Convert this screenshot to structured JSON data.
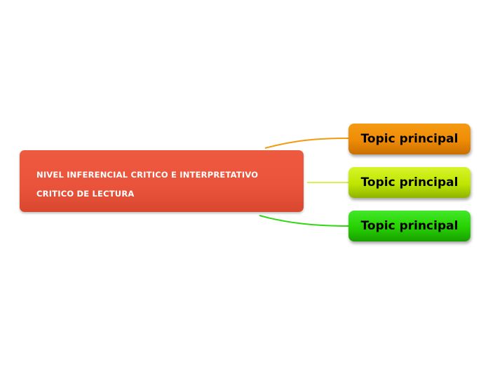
{
  "central_topic": {
    "line1": "NIVEL INFERENCIAL CRITICO E INTERPRETATIVO",
    "line2": "CRITICO DE LECTURA",
    "color": "#e9533b"
  },
  "subtopics": [
    {
      "label": "Topic principal",
      "color": "#ef8c05"
    },
    {
      "label": "Topic principal",
      "color": "#bfe500"
    },
    {
      "label": "Topic principal",
      "color": "#26d000"
    }
  ]
}
